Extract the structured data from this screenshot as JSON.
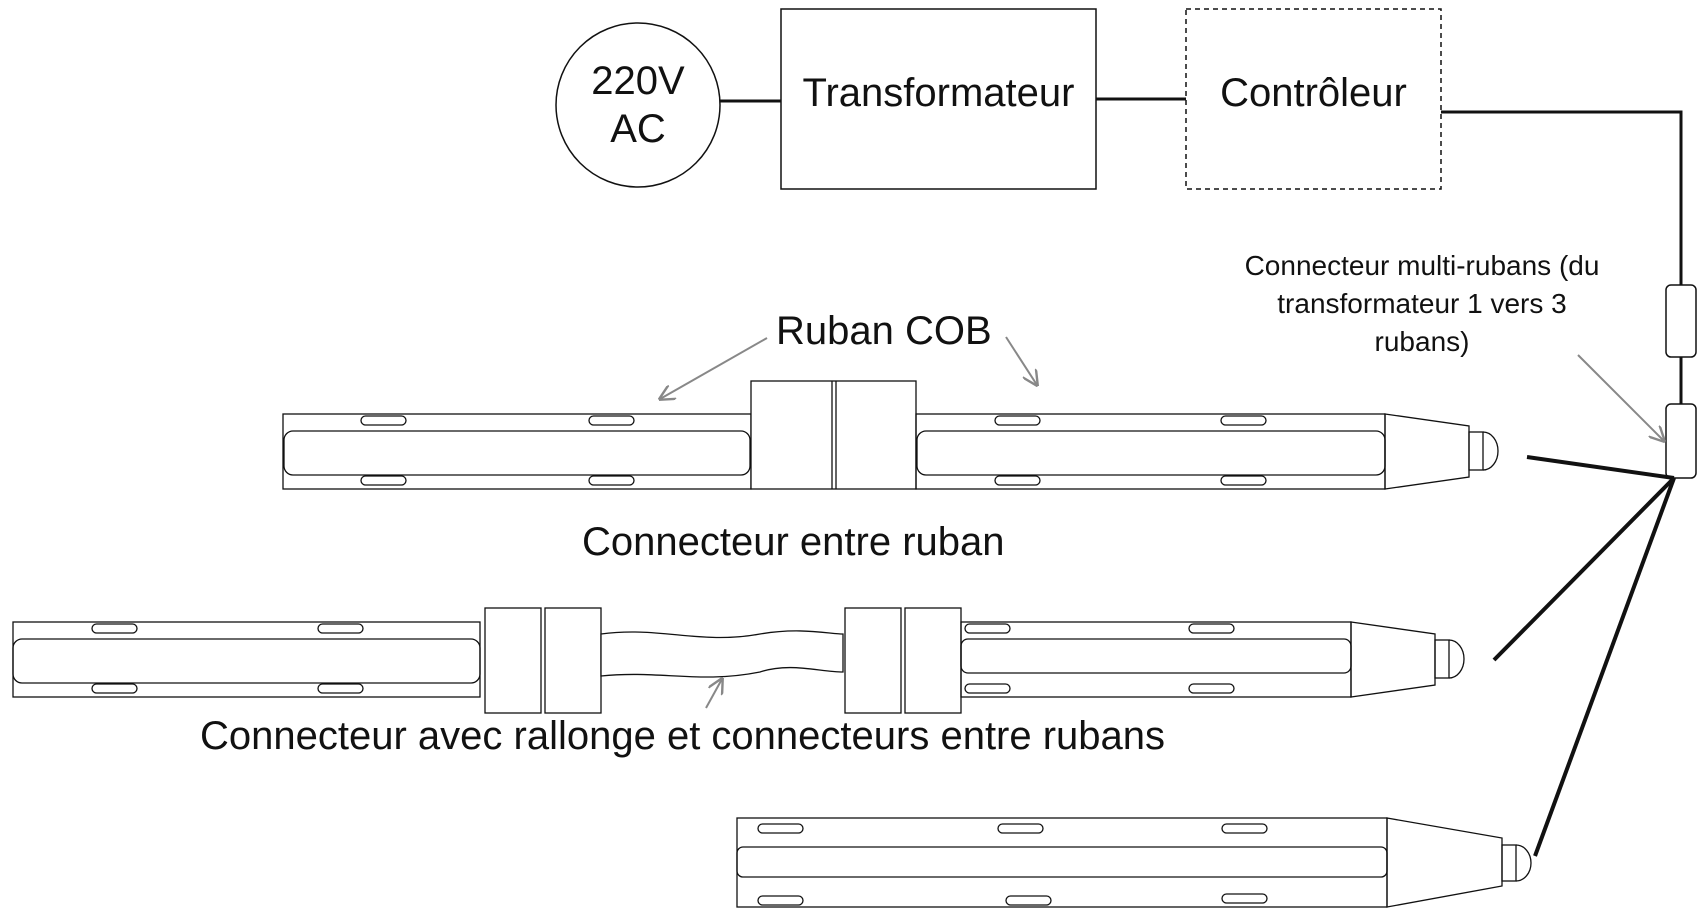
{
  "power_source": {
    "line1": "220V",
    "line2": "AC"
  },
  "transformer": {
    "label": "Transformateur"
  },
  "controller": {
    "label": "Contrôleur"
  },
  "labels": {
    "ribbon": "Ruban COB",
    "multi_connector_line1": "Connecteur multi-rubans (du",
    "multi_connector_line2": "transformateur  1 vers 3",
    "multi_connector_line3": "rubans)",
    "connector_between": "Connecteur entre ruban",
    "connector_extension": "Connecteur avec rallonge et connecteurs entre rubans"
  }
}
